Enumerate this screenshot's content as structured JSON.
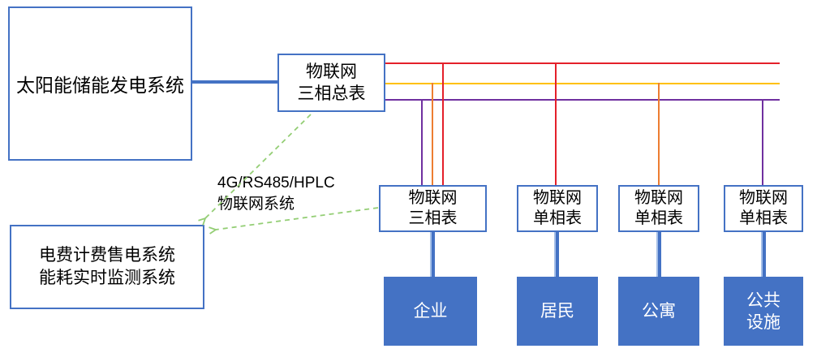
{
  "colors": {
    "box_border": "#4472C4",
    "connector_blue": "#4472C4",
    "connector_highlight": "#A6C0E8",
    "client_fill": "#4472C4",
    "line_red": "#E4202A",
    "line_yellow": "#FFC000",
    "line_purple": "#7030A0",
    "line_orange": "#ED7D31",
    "arrow_green": "#94CE75",
    "text_light": "#FFFFFF",
    "shadow": "rgba(146,163,217,0.5)"
  },
  "nodes": {
    "solar": {
      "label": "太阳能储能发电系统"
    },
    "master_meter": {
      "line1": "物联网",
      "line2": "三相总表"
    },
    "billing": {
      "line1": "电费计费售电系统",
      "line2": "能耗实时监测系统"
    },
    "meters": [
      {
        "line1": "物联网",
        "line2": "三相表"
      },
      {
        "line1": "物联网",
        "line2": "单相表"
      },
      {
        "line1": "物联网",
        "line2": "单相表"
      },
      {
        "line1": "物联网",
        "line2": "单相表"
      }
    ],
    "clients": [
      {
        "lines": [
          "企业"
        ]
      },
      {
        "lines": [
          "居民"
        ]
      },
      {
        "lines": [
          "公寓"
        ]
      },
      {
        "lines": [
          "公共",
          "设施"
        ]
      }
    ]
  },
  "annotation": {
    "line1": "4G/RS485/HPLC",
    "line2": "物联网系统"
  }
}
